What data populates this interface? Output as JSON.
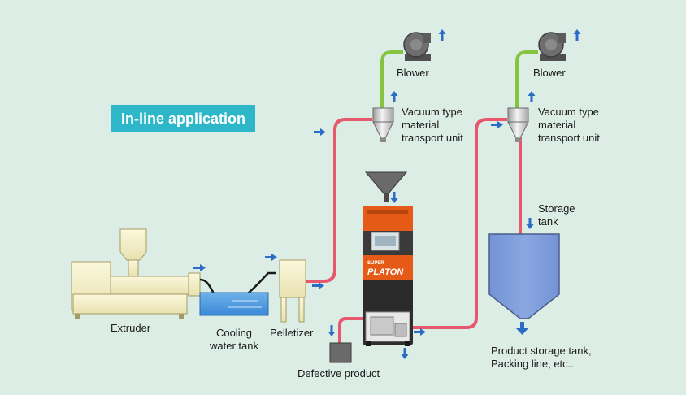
{
  "title": "In-line application",
  "machine": {
    "brand_line1": "SUPER",
    "brand_line2": "PLATON"
  },
  "labels": {
    "blower_1": "Blower",
    "blower_2": "Blower",
    "vacuum_unit_1": [
      "Vacuum type",
      "material",
      "transport unit"
    ],
    "vacuum_unit_2": [
      "Vacuum type",
      "material",
      "transport unit"
    ],
    "storage_tank": [
      "Storage",
      "tank"
    ],
    "extruder": "Extruder",
    "cooling_water_tank": [
      "Cooling",
      "water tank"
    ],
    "pelletizer": "Pelletizer",
    "defective_product": "Defective product",
    "destination": [
      "Product storage tank,",
      "Packing line, etc.."
    ]
  },
  "colors": {
    "background": "#dcede5",
    "badge": "#2eb7c8",
    "pneumatic_line": "#e8586c",
    "blower_line": "#86c440",
    "arrow": "#2b6cc4",
    "storage_tank": "#7c9bd8",
    "machine_accent": "#e55a16",
    "equipment": "#f2eec6"
  },
  "icons": [
    "blower-icon",
    "arrow-up-icon",
    "arrow-down-icon",
    "arrow-right-icon"
  ]
}
